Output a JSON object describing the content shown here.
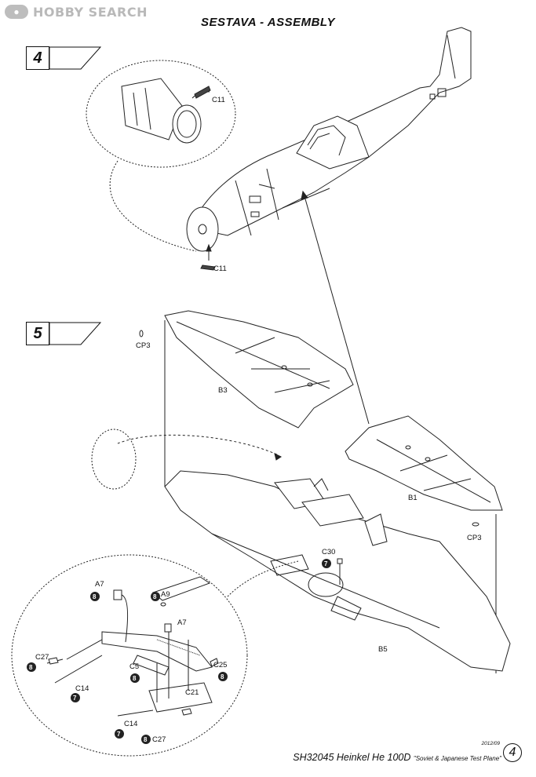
{
  "watermark": {
    "text": "HOBBY SEARCH"
  },
  "title": "SESTAVA -  ASSEMBLY",
  "steps": [
    {
      "number": "4"
    },
    {
      "number": "5"
    }
  ],
  "parts": {
    "c11_top": "C11",
    "c11_bottom": "C11",
    "cp3_left": "CP3",
    "b3": "B3",
    "b1": "B1",
    "cp3_right": "CP3",
    "c30": "C30",
    "b5": "B5",
    "a7_top": "A7",
    "a9": "A9",
    "a7_mid": "A7",
    "c27_left": "C27",
    "c25": "C25",
    "c5": "C5",
    "c21": "C21",
    "c14_top": "C14",
    "c14_bottom": "C14",
    "c27_bottom": "C27"
  },
  "glue_marks": {
    "c30": "7",
    "a7_top": "8",
    "a9": "8",
    "c27_left": "8",
    "c25": "8",
    "c5": "8",
    "c14_top": "7",
    "c14_bottom": "7",
    "c27_bottom": "8"
  },
  "footer": {
    "date": "2012/09",
    "product": "SH32045 Heinkel He 100D",
    "subtitle": "\"Soviet & Japanese Test Plane\"",
    "page": "4"
  }
}
